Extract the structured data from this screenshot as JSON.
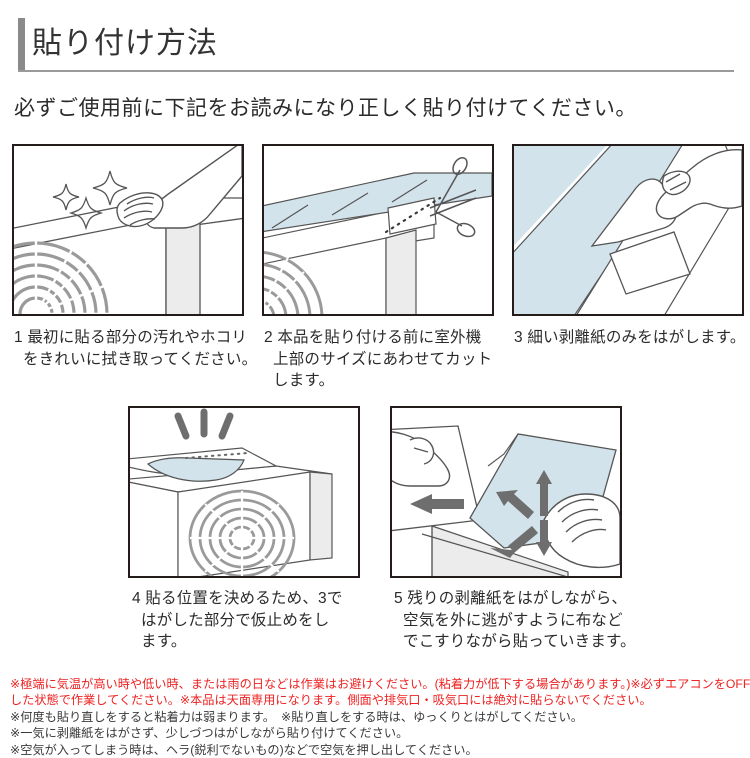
{
  "header": {
    "title": "貼り付け方法",
    "accent_color": "#8a8a8a"
  },
  "intro": "必ずご使用前に下記をお読みになり正しく貼り付けてください。",
  "steps": [
    {
      "number": "1",
      "caption": "1 最初に貼る部分の汚れやホコリ\n  をきれいに拭き取ってください。",
      "illustration": "wipe-outdoor-unit-top-with-hand-sparkles"
    },
    {
      "number": "2",
      "caption": "2 本品を貼り付ける前に室外機\n  上部のサイズにあわせてカット\n  します。",
      "illustration": "cut-sheet-to-size-with-scissors"
    },
    {
      "number": "3",
      "caption": "3 細い剥離紙のみをはがします。",
      "illustration": "peel-narrow-release-paper"
    },
    {
      "number": "4",
      "caption": "4 貼る位置を決めるため、3で\n  はがした部分で仮止めをし\n  ます。",
      "illustration": "temporarily-fix-sheet-on-unit-top"
    },
    {
      "number": "5",
      "caption": "5 残りの剥離紙をはがしながら、\n  空気を外に逃がすように布など\n  でこすりながら貼っていきます。",
      "illustration": "peel-remaining-paper-and-rub-out-air"
    }
  ],
  "notes": [
    {
      "text": "※極端に気温が高い時や低い時、または雨の日などは作業はお避けください。(粘着力が低下する場合があります。)※必ずエアコンをOFFに",
      "color": "red"
    },
    {
      "text": "した状態で作業してください。※本品は天面専用になります。側面や排気口・吸気口には絶対に貼らないでください。",
      "color": "red"
    },
    {
      "text": "※何度も貼り直しをすると粘着力は弱まります。　※貼り直しをする時は、ゆっくりとはがしてください。",
      "color": "dark"
    },
    {
      "text": "※一気に剥離紙をはがさず、少しづつはがしながら貼り付けてください。",
      "color": "dark"
    },
    {
      "text": "※空気が入ってしまう時は、ヘラ(鋭利でないもの)などで空気を押し出してください。",
      "color": "dark"
    }
  ],
  "colors": {
    "sheet_blue": "#d3e3ec",
    "line": "#5a5a5a",
    "panel_border": "#241c1b",
    "grille_gray": "#9a9a9a",
    "unit_side": "#ececec",
    "arrow_gray": "#6e6e6e",
    "note_red": "#ee2222"
  }
}
